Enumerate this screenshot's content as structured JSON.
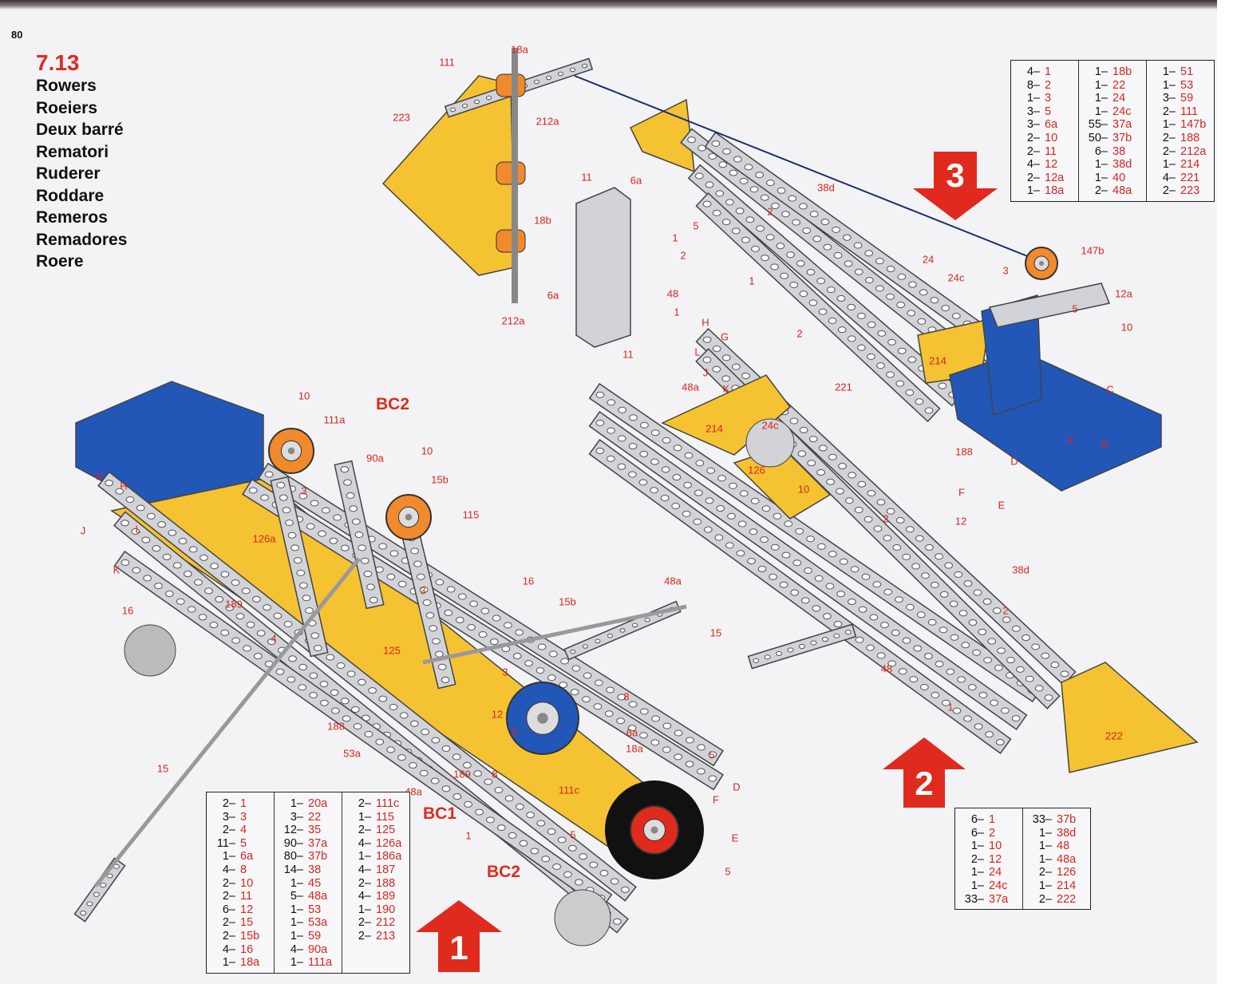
{
  "page_number": "80",
  "model": {
    "number": "7.13",
    "names": [
      "Rowers",
      "Roeiers",
      "Deux barré",
      "Rematori",
      "Ruderer",
      "Roddare",
      "Remeros",
      "Remadores",
      "Roere"
    ]
  },
  "steps": [
    {
      "label": "1",
      "direction": "up"
    },
    {
      "label": "2",
      "direction": "up"
    },
    {
      "label": "3",
      "direction": "down"
    }
  ],
  "assembly_labels": [
    "BC2",
    "BC1",
    "BC2"
  ],
  "callouts": [
    "18a",
    "111",
    "223",
    "212a",
    "11",
    "6a",
    "18b",
    "1",
    "2",
    "48",
    "6a",
    "1",
    "212a",
    "11",
    "38d",
    "5",
    "2",
    "1",
    "2",
    "24",
    "24c",
    "147b",
    "3",
    "5",
    "12a",
    "10",
    "214",
    "221",
    "C",
    "A",
    "B",
    "D",
    "188",
    "F",
    "E",
    "H",
    "G",
    "L",
    "J",
    "K",
    "48a",
    "214",
    "24c",
    "126",
    "10",
    "12",
    "38d",
    "48",
    "1",
    "222",
    "10",
    "111a",
    "10",
    "90a",
    "15b",
    "115",
    "G",
    "H",
    "J",
    "L",
    "K",
    "126a",
    "16",
    "189",
    "16",
    "48a",
    "15b",
    "15",
    "125",
    "4",
    "3",
    "188",
    "53a",
    "15",
    "48a",
    "189",
    "111c",
    "6a",
    "18a",
    "5",
    "D",
    "F",
    "E",
    "5",
    "8",
    "5",
    "12",
    "8",
    "5",
    "1",
    "3",
    "3",
    "2",
    "2"
  ],
  "parts_tables": {
    "step1": [
      [
        [
          "2",
          "1"
        ],
        [
          "3",
          "3"
        ],
        [
          "2",
          "4"
        ],
        [
          "11",
          "5"
        ],
        [
          "1",
          "6a"
        ],
        [
          "4",
          "8"
        ],
        [
          "2",
          "10"
        ],
        [
          "2",
          "11"
        ],
        [
          "6",
          "12"
        ],
        [
          "2",
          "15"
        ],
        [
          "2",
          "15b"
        ],
        [
          "4",
          "16"
        ],
        [
          "1",
          "18a"
        ]
      ],
      [
        [
          "1",
          "20a"
        ],
        [
          "3",
          "22"
        ],
        [
          "12",
          "35"
        ],
        [
          "90",
          "37a"
        ],
        [
          "80",
          "37b"
        ],
        [
          "14",
          "38"
        ],
        [
          "1",
          "45"
        ],
        [
          "5",
          "48a"
        ],
        [
          "1",
          "53"
        ],
        [
          "1",
          "53a"
        ],
        [
          "1",
          "59"
        ],
        [
          "4",
          "90a"
        ],
        [
          "1",
          "111a"
        ]
      ],
      [
        [
          "2",
          "111c"
        ],
        [
          "1",
          "115"
        ],
        [
          "2",
          "125"
        ],
        [
          "4",
          "126a"
        ],
        [
          "1",
          "186a"
        ],
        [
          "4",
          "187"
        ],
        [
          "2",
          "188"
        ],
        [
          "4",
          "189"
        ],
        [
          "1",
          "190"
        ],
        [
          "2",
          "212"
        ],
        [
          "2",
          "213"
        ]
      ]
    ],
    "step2": [
      [
        [
          "6",
          "1"
        ],
        [
          "6",
          "2"
        ],
        [
          "1",
          "10"
        ],
        [
          "2",
          "12"
        ],
        [
          "1",
          "24"
        ],
        [
          "1",
          "24c"
        ],
        [
          "33",
          "37a"
        ]
      ],
      [
        [
          "33",
          "37b"
        ],
        [
          "1",
          "38d"
        ],
        [
          "1",
          "48"
        ],
        [
          "1",
          "48a"
        ],
        [
          "2",
          "126"
        ],
        [
          "1",
          "214"
        ],
        [
          "2",
          "222"
        ]
      ]
    ],
    "step3": [
      [
        [
          "4",
          "1"
        ],
        [
          "8",
          "2"
        ],
        [
          "1",
          "3"
        ],
        [
          "3",
          "5"
        ],
        [
          "3",
          "6a"
        ],
        [
          "2",
          "10"
        ],
        [
          "2",
          "11"
        ],
        [
          "4",
          "12"
        ],
        [
          "2",
          "12a"
        ],
        [
          "1",
          "18a"
        ]
      ],
      [
        [
          "1",
          "18b"
        ],
        [
          "1",
          "22"
        ],
        [
          "1",
          "24"
        ],
        [
          "1",
          "24c"
        ],
        [
          "55",
          "37a"
        ],
        [
          "50",
          "37b"
        ],
        [
          "6",
          "38"
        ],
        [
          "1",
          "38d"
        ],
        [
          "1",
          "40"
        ],
        [
          "2",
          "48a"
        ]
      ],
      [
        [
          "1",
          "51"
        ],
        [
          "1",
          "53"
        ],
        [
          "3",
          "59"
        ],
        [
          "2",
          "111"
        ],
        [
          "1",
          "147b"
        ],
        [
          "2",
          "188"
        ],
        [
          "2",
          "212a"
        ],
        [
          "1",
          "214"
        ],
        [
          "4",
          "221"
        ],
        [
          "2",
          "223"
        ]
      ]
    ]
  },
  "colors": {
    "accent_red": "#e02a1e",
    "plate_yellow": "#f5c232",
    "plate_blue": "#2257b8",
    "girder": "#cfd0d6",
    "wheel_orange": "#f08a2c"
  }
}
